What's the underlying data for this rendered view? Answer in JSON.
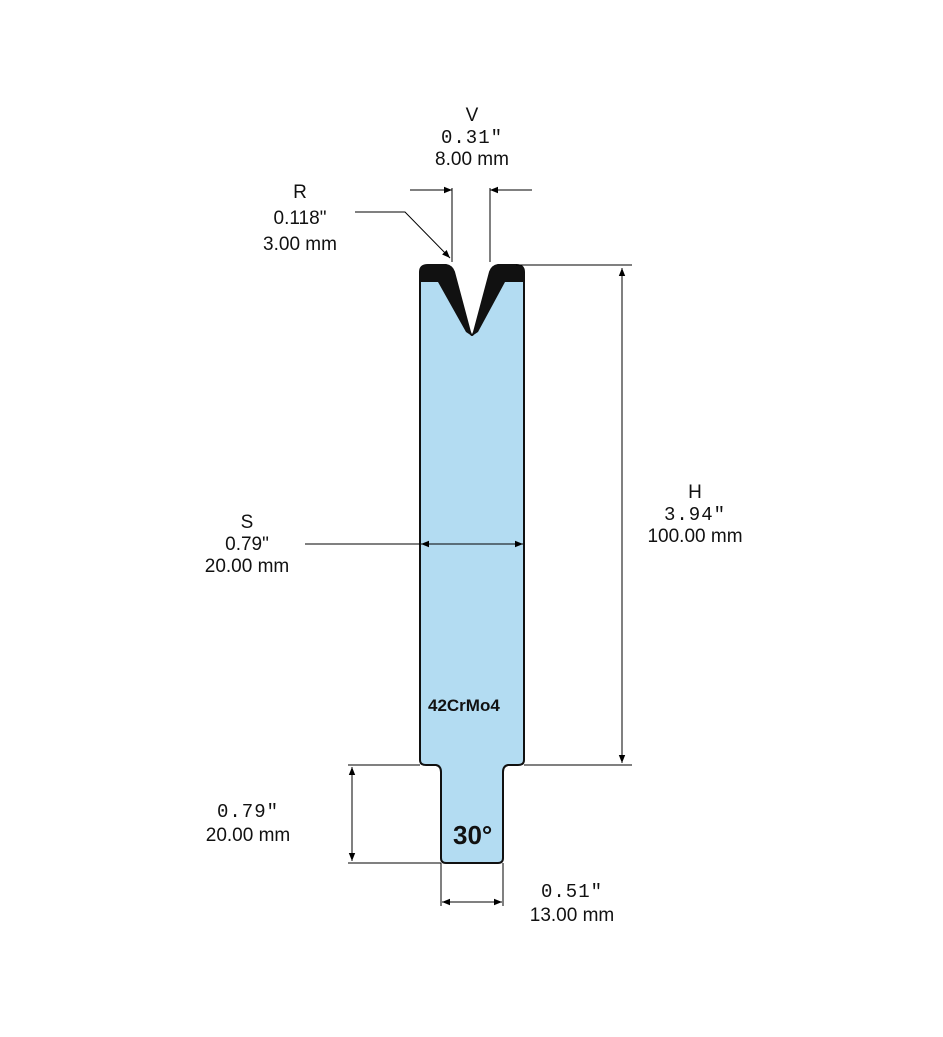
{
  "dimensions": {
    "V": {
      "label": "V",
      "inch": "0.31\"",
      "mm": "8.00 mm"
    },
    "R": {
      "label": "R",
      "inch": "0.118\"",
      "mm": "3.00 mm"
    },
    "H": {
      "label": "H",
      "inch": "3.94\"",
      "mm": "100.00 mm"
    },
    "S": {
      "label": "S",
      "inch": "0.79\"",
      "mm": "20.00 mm"
    },
    "tang_height": {
      "inch": "0.79\"",
      "mm": "20.00 mm"
    },
    "tang_width": {
      "inch": "0.51\"",
      "mm": "13.00 mm"
    }
  },
  "material": "42CrMo4",
  "angle": "30°",
  "colors": {
    "fill": "#b3dcf2",
    "outline": "#111111"
  }
}
